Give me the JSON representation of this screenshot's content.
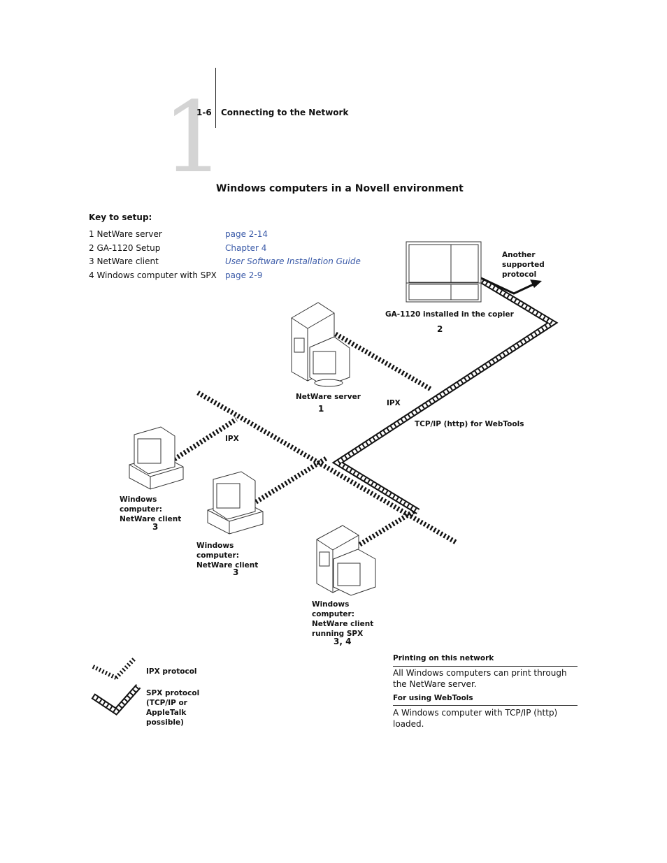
{
  "header": {
    "chapter_number": "1",
    "page_number": "1-6",
    "chapter_title": "Connecting to the Network"
  },
  "section_title": "Windows computers in a Novell environment",
  "key": {
    "title": "Key to setup:",
    "items": [
      {
        "label": "1  NetWare server",
        "ref": "page 2-14"
      },
      {
        "label": "2  GA-1120 Setup",
        "ref": "Chapter 4"
      },
      {
        "label": "3  NetWare client",
        "ref": "User Software Installation Guide"
      },
      {
        "label": "4  Windows computer with SPX",
        "ref": "page 2-9"
      }
    ]
  },
  "diagram": {
    "copier_label": "GA-1120 installed in the copier",
    "copier_num": "2",
    "another_protocol": "Another supported protocol",
    "server_label": "NetWare server",
    "server_num": "1",
    "ipx_label_1": "IPX",
    "ipx_label_2": "IPX",
    "tcpip_label": "TCP/IP (http) for WebTools",
    "client1_label": "Windows computer: NetWare client",
    "client1_num": "3",
    "client2_label": "Windows computer: NetWare client",
    "client2_num": "3",
    "client3_label": "Windows computer: NetWare client running SPX",
    "client3_num": "3, 4"
  },
  "legend": {
    "ipx": "IPX protocol",
    "spx": "SPX protocol (TCP/IP or AppleTalk possible)"
  },
  "info": {
    "printing_head": "Printing on this network",
    "printing_text": "All Windows computers can print through the NetWare server.",
    "webtools_head": "For using WebTools",
    "webtools_text": "A Windows computer with TCP/IP (http) loaded."
  }
}
